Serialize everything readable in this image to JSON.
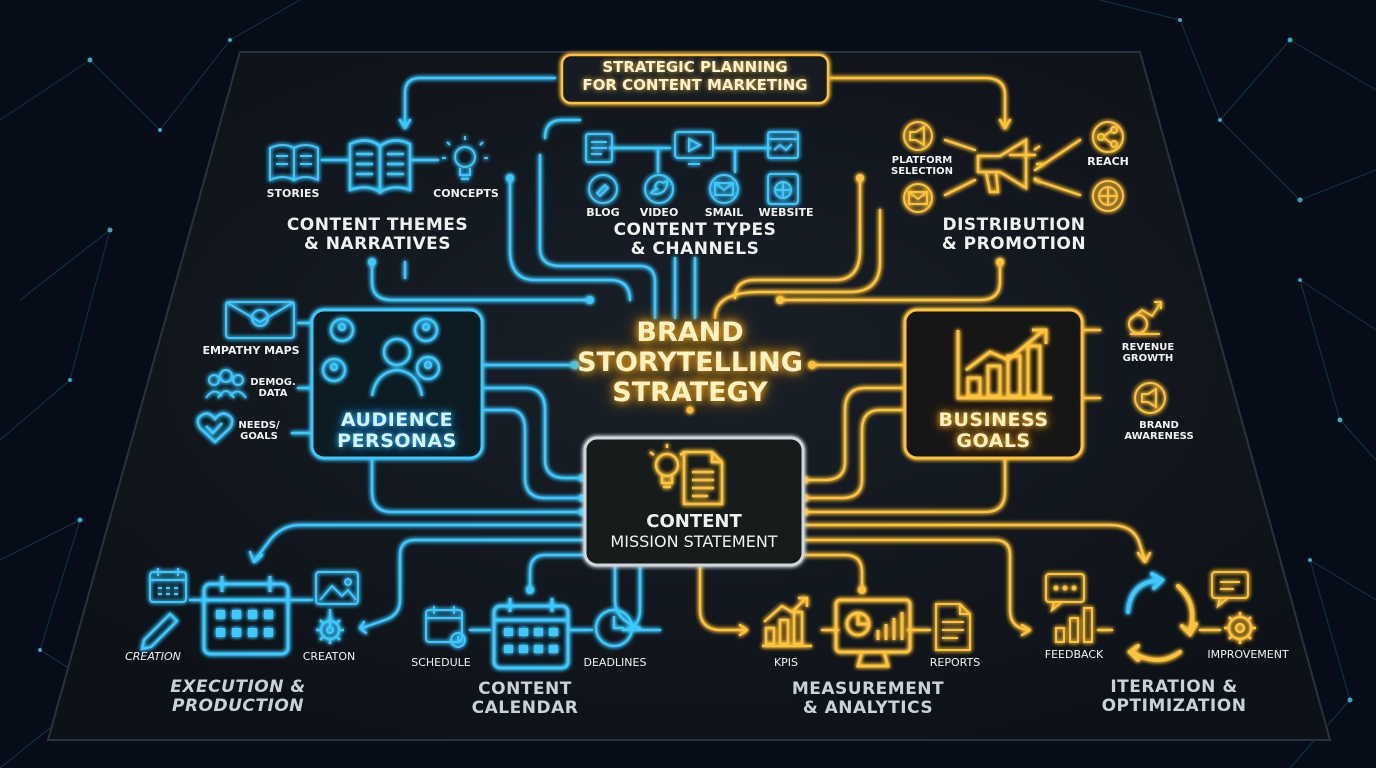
{
  "center": {
    "line1": "BRAND",
    "line2": "STORYTELLING",
    "line3": "STRATEGY"
  },
  "top": {
    "line1": "STRATEGIC PLANNING",
    "line2": "FOR CONTENT MARKETING"
  },
  "themes": {
    "title1": "CONTENT THEMES",
    "title2": "& NARRATIVES",
    "stories": "STORIES",
    "concepts": "CONCEPTS"
  },
  "types": {
    "title1": "CONTENT TYPES",
    "title2": "& CHANNELS",
    "blog": "BLOG",
    "video": "VIDEO",
    "email": "SMAIL",
    "website": "WEBSITE"
  },
  "distribution": {
    "title1": "DISTRIBUTION",
    "title2": "& PROMOTION",
    "platform1": "PLATFORM",
    "platform2": "SELECTION",
    "reach": "REACH"
  },
  "audience": {
    "title1": "AUDIENCE",
    "title2": "PERSONAS",
    "empathy": "EMPATHY MAPS",
    "demog1": "DEMOG.",
    "demog2": "DATA",
    "needs1": "NEEDS/",
    "needs2": "GOALS"
  },
  "business": {
    "title1": "BUSINESS",
    "title2": "GOALS",
    "revenue1": "REVENUE",
    "revenue2": "GROWTH",
    "brand1": "BRAND",
    "brand2": "AWARENESS"
  },
  "mission": {
    "title1": "CONTENT",
    "title2": "MISSION STATEMENT"
  },
  "execution": {
    "title1": "EXECUTION &",
    "title2": "PRODUCTION",
    "creation": "CREATION",
    "creaton": "CREATON"
  },
  "calendar": {
    "title1": "CONTENT",
    "title2": "CALENDAR",
    "schedule": "SCHEDULE",
    "deadlines": "DEADLINES"
  },
  "measurement": {
    "title1": "MEASUREMENT",
    "title2": "& ANALYTICS",
    "kpis": "KPIS",
    "reports": "REPORTS"
  },
  "iteration": {
    "title1": "ITERATION &",
    "title2": "OPTIMIZATION",
    "feedback": "FEEDBACK",
    "improvement": "IMPROVEMENT"
  },
  "colors": {
    "cyan": "#3cc8ff",
    "gold": "#ffc23a",
    "board": "#121820",
    "background": "#060d18"
  }
}
